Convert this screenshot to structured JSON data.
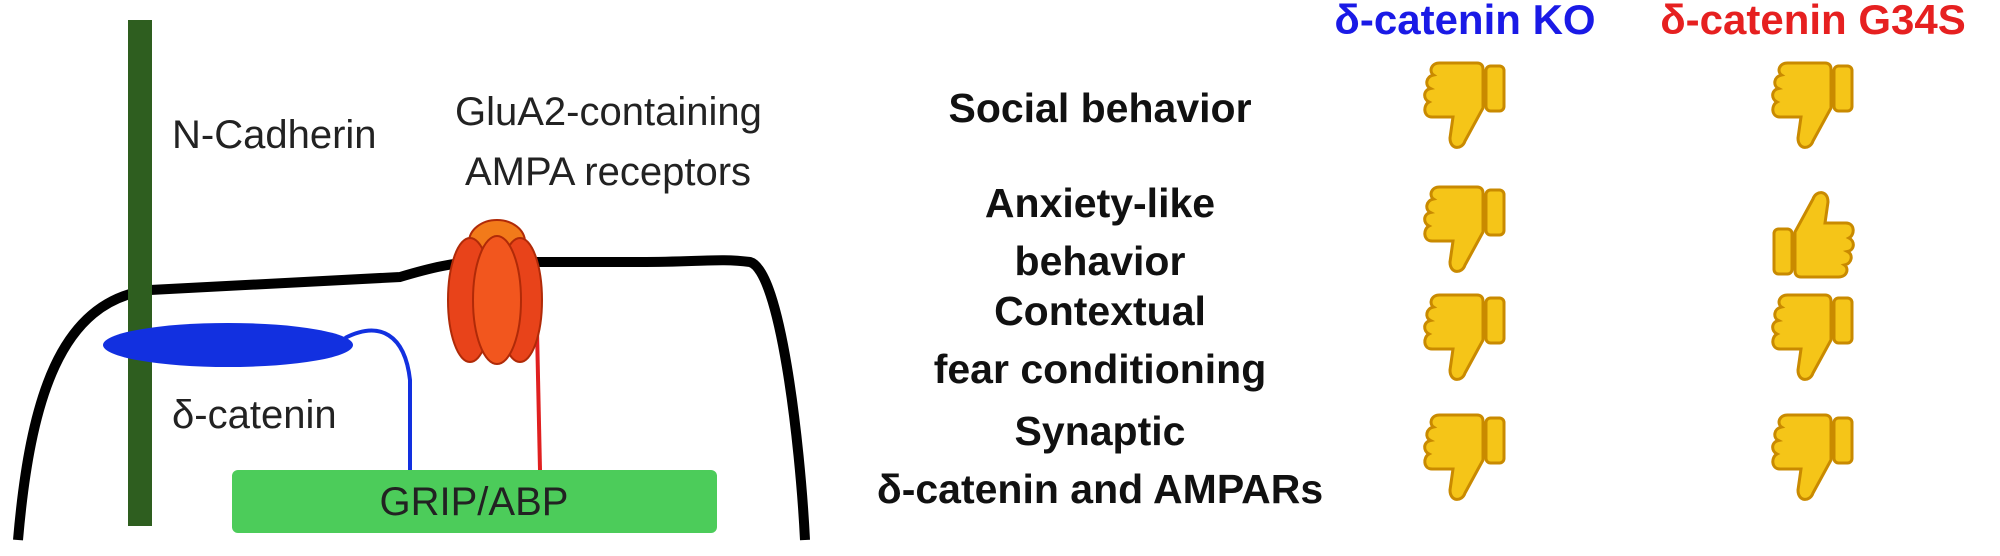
{
  "diagram": {
    "n_cadherin_label": "N-Cadherin",
    "glua2_label_line1": "GluA2-containing",
    "glua2_label_line2": "AMPA receptors",
    "delta_catenin_label": "δ-catenin",
    "grip_label": "GRIP/ABP",
    "colors": {
      "n_cadherin": "#2e5e1f",
      "delta_catenin": "#1230e0",
      "receptor": "#f0501c",
      "grip": "#4ccc5a",
      "membrane": "#000000"
    }
  },
  "table": {
    "columns": [
      {
        "label": "δ-catenin KO",
        "color": "#1a1ae6"
      },
      {
        "label": "δ-catenin G34S",
        "color": "#e62020"
      }
    ],
    "rows": [
      {
        "label": "Social behavior",
        "ko": "thumbs-down",
        "g34s": "thumbs-down"
      },
      {
        "label": "Anxiety-like\nbehavior",
        "ko": "thumbs-down",
        "g34s": "thumbs-up"
      },
      {
        "label": "Contextual\nfear conditioning",
        "ko": "thumbs-down",
        "g34s": "thumbs-down"
      },
      {
        "label": "Synaptic\nδ-catenin and AMPARs",
        "ko": "thumbs-down",
        "g34s": "thumbs-down"
      }
    ],
    "icon_color": "#f5c518"
  }
}
